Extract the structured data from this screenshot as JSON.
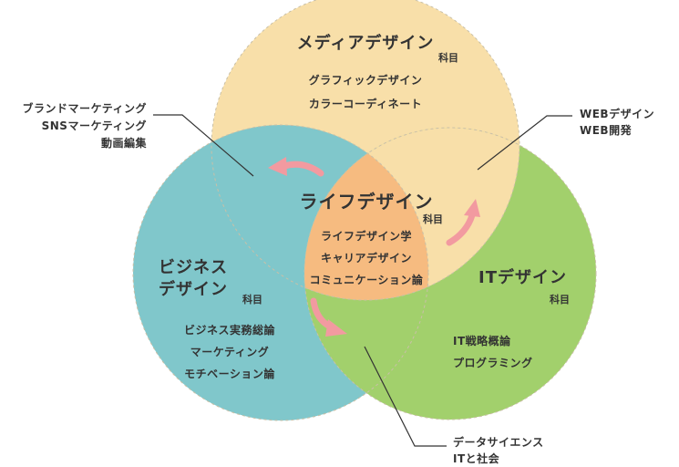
{
  "colors": {
    "media": "#f8dfa9",
    "business": "#80c7cb",
    "it": "#a2d06c",
    "life": "#f6bb80",
    "arrow": "#f29aa0",
    "line": "#333333",
    "dashed": "#c9c0a8"
  },
  "media": {
    "title": "メディアデザイン",
    "suffix": "科目",
    "items": [
      "グラフィックデザイン",
      "カラーコーディネート"
    ]
  },
  "life": {
    "title": "ライフデザイン",
    "suffix": "科目",
    "items": [
      "ライフデザイン学",
      "キャリアデザイン",
      "コミュニケーション論"
    ]
  },
  "business": {
    "title_line1": "ビジネス",
    "title_line2": "デザイン",
    "suffix": "科目",
    "items": [
      "ビジネス実務総論",
      "マーケティング",
      "モチベーション論"
    ]
  },
  "it": {
    "title": "ITデザイン",
    "suffix": "科目",
    "items": [
      "IT戦略概論",
      "プログラミング"
    ]
  },
  "callouts": {
    "left": [
      "ブランドマーケティング",
      "SNSマーケティング",
      "動画編集"
    ],
    "right": [
      "WEBデザイン",
      "WEB開発"
    ],
    "bottom": [
      "データサイエンス",
      "ITと社会"
    ]
  }
}
